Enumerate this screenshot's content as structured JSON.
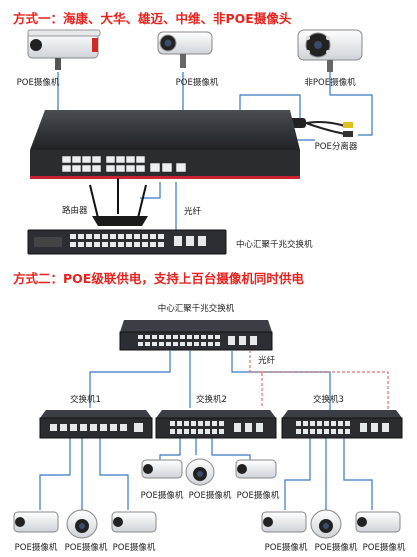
{
  "section1": {
    "title": "方式一：海康、大华、雄迈、中维、非POE摄像头",
    "camera_labels": [
      "POE摄像机",
      "POE摄像机",
      "非POE摄像机"
    ],
    "splitter_label": "POE分离器",
    "router_label": "路由器",
    "fiber_label": "光纤",
    "core_switch_label": "中心汇聚千兆交换机"
  },
  "section2": {
    "title": "方式二：POE级联供电，支持上百台摄像机同时供电",
    "core_switch_label": "中心汇聚千兆交换机",
    "fiber_label": "光纤",
    "switch_labels": [
      "交换机1",
      "交换机2",
      "交换机3"
    ],
    "camera_label": "POE摄像机"
  },
  "colors": {
    "heading": "#e8231e",
    "cable": "#3a78c4",
    "fiber": "#d9534f"
  }
}
